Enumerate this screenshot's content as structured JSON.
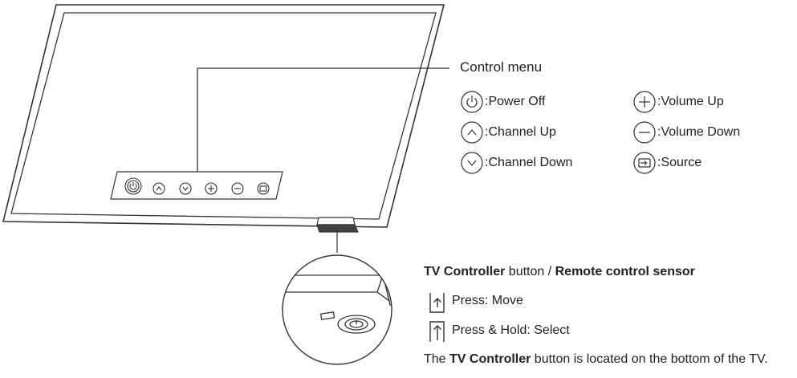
{
  "control_menu": {
    "title": "Control menu",
    "items": [
      {
        "icon": "power-icon",
        "label": ":Power Off"
      },
      {
        "icon": "chevron-up-icon",
        "label": ":Channel Up"
      },
      {
        "icon": "chevron-down-icon",
        "label": ":Channel Down"
      },
      {
        "icon": "plus-icon",
        "label": ":Volume Up"
      },
      {
        "icon": "minus-icon",
        "label": ":Volume Down"
      },
      {
        "icon": "source-icon",
        "label": ":Source"
      }
    ]
  },
  "controller": {
    "heading_bold1": "TV Controller",
    "heading_mid": " button / ",
    "heading_bold2": "Remote control sensor",
    "press_label": "Press: Move",
    "hold_label": "Press & Hold: Select",
    "note_pre": "The ",
    "note_bold": "TV Controller",
    "note_post": " button is located on the bottom of the TV."
  }
}
